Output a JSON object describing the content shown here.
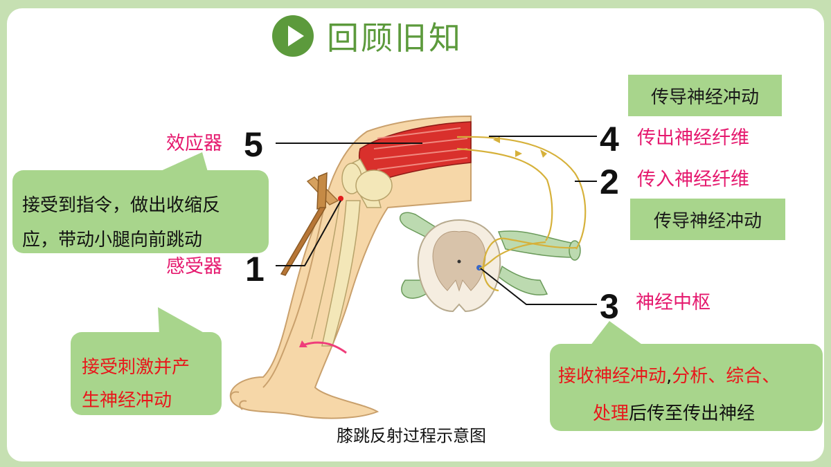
{
  "header": {
    "title": "回顾旧知"
  },
  "caption": "膝跳反射过程示意图",
  "labels": {
    "n5": "5",
    "n4": "4",
    "n2": "2",
    "n1": "1",
    "n3": "3",
    "effector": "效应器",
    "receptor": "感受器",
    "efferent": "传出神经纤维",
    "afferent": "传入神经纤维",
    "center": "神经中枢"
  },
  "boxes": {
    "conduct_top": "传导神经冲动",
    "conduct_bottom": "传导神经冲动"
  },
  "bubbles": {
    "effector_line1": "接受到指令，做出收缩反",
    "effector_line2": "应，带动小腿向前跳动",
    "receptor_line1": "接受刺激并产",
    "receptor_line2": "生神经冲动",
    "center_line1_red": "接收神经冲动",
    "center_line1_black": ",",
    "center_line1_red2": "分析、综合、",
    "center_line2_red": "处理",
    "center_line2_black": "后传至传出神经"
  },
  "colors": {
    "background": "#c6e0b2",
    "accent_green": "#5c9a3c",
    "bubble_green": "#a8d58c",
    "label_pink": "#e5196e",
    "text_red": "#e8171b"
  }
}
